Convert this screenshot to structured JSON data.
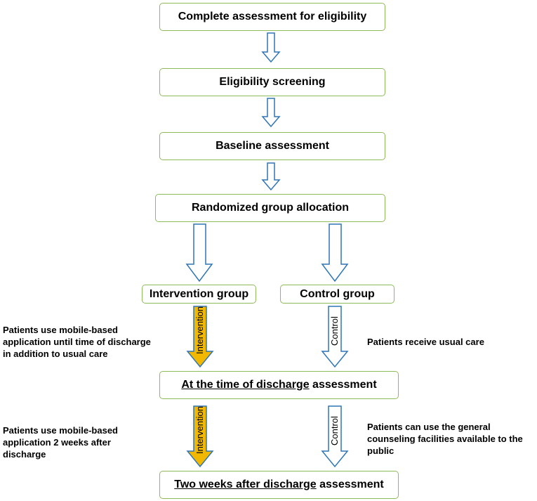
{
  "steps": {
    "eligibility_assessment": "Complete assessment for eligibility",
    "eligibility_screening": "Eligibility screening",
    "baseline": "Baseline assessment",
    "randomized": "Randomized group allocation",
    "intervention_group": "Intervention group",
    "control_group": "Control group",
    "discharge_underlined": "At the time of discharge",
    "discharge_rest": " assessment",
    "two_weeks_underlined": "Two weeks after discharge",
    "two_weeks_rest": " assessment"
  },
  "arrow_labels": {
    "intervention": "Intervention",
    "control": "Control"
  },
  "notes": {
    "intervention_until_discharge": [
      "Patients use mobile-based",
      "application until time of discharge",
      "in addition to usual care"
    ],
    "control_usual_care": "Patients receive usual care",
    "intervention_after_discharge": [
      "Patients use mobile-based",
      "application 2 weeks after",
      "discharge"
    ],
    "control_after_discharge": [
      "Patients can use the general",
      "counseling facilities available to the",
      "public"
    ]
  },
  "colors": {
    "box_border": "#8fba5a",
    "arrow_outline": "#2e75b6",
    "intervention_fill": "#f2b800"
  }
}
